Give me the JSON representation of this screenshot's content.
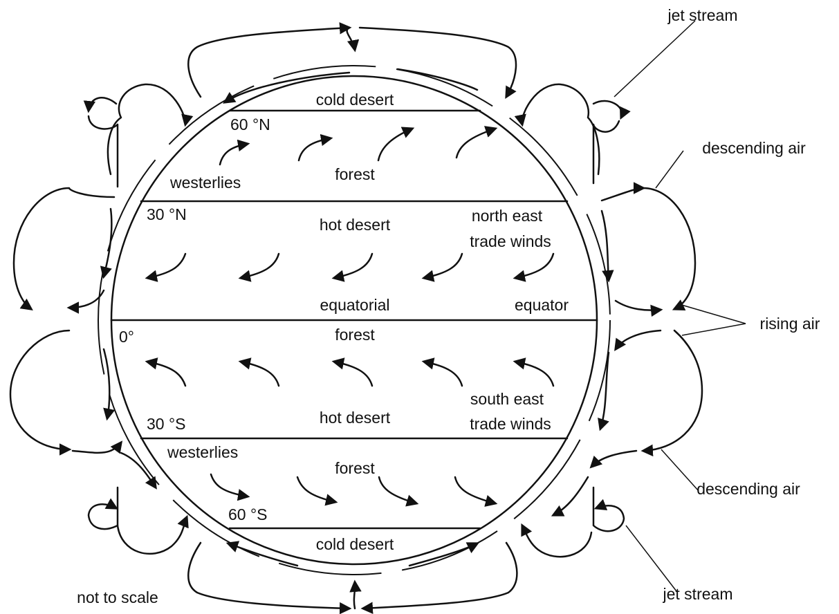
{
  "labels": {
    "cold_desert_n": "cold desert",
    "lat_60n": "60 °N",
    "westerlies_n": "westerlies",
    "forest_n": "forest",
    "lat_30n": "30 °N",
    "hot_desert_n": "hot desert",
    "ne_trade_1": "north east",
    "ne_trade_2": "trade winds",
    "equatorial": "equatorial",
    "equator": "equator",
    "lat_0": "0°",
    "forest_eq": "forest",
    "se_trade_1": "south east",
    "se_trade_2": "trade winds",
    "lat_30s": "30 °S",
    "hot_desert_s": "hot desert",
    "westerlies_s": "westerlies",
    "forest_s": "forest",
    "lat_60s": "60 °S",
    "cold_desert_s": "cold desert",
    "jet_stream_top": "jet stream",
    "descending_air_top": "descending air",
    "rising_air": "rising air",
    "descending_air_bottom": "descending air",
    "jet_stream_bottom": "jet stream",
    "not_to_scale": "not to scale"
  },
  "colors": {
    "ink": "#111111",
    "background": "#ffffff"
  }
}
